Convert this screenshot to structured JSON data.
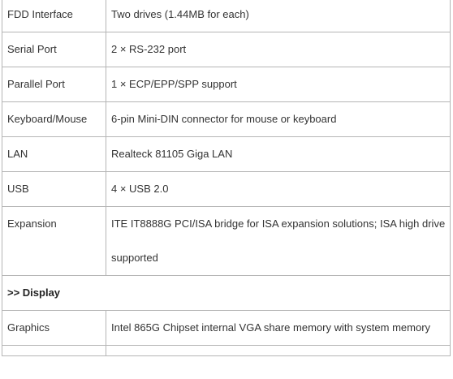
{
  "rows": [
    {
      "label": "FDD Interface",
      "value": "Two drives (1.44MB for each)"
    },
    {
      "label": "Serial Port",
      "value": "2 × RS-232 port"
    },
    {
      "label": "Parallel Port",
      "value": "1 × ECP/EPP/SPP support"
    },
    {
      "label": "Keyboard/Mouse",
      "value": "6-pin Mini-DIN  connector for mouse or keyboard"
    },
    {
      "label": "LAN",
      "value": "Realteck 81105 Giga LAN"
    },
    {
      "label": "USB",
      "value": "4 × USB 2.0"
    },
    {
      "label": "Expansion",
      "value": "ITE IT8888G PCI/ISA bridge for ISA expansion solutions; ISA high drive supported"
    }
  ],
  "section": {
    "title": ">> Display"
  },
  "display_rows": [
    {
      "label": "Graphics",
      "value": "Intel 865G Chipset internal VGA share memory with system memory"
    }
  ]
}
